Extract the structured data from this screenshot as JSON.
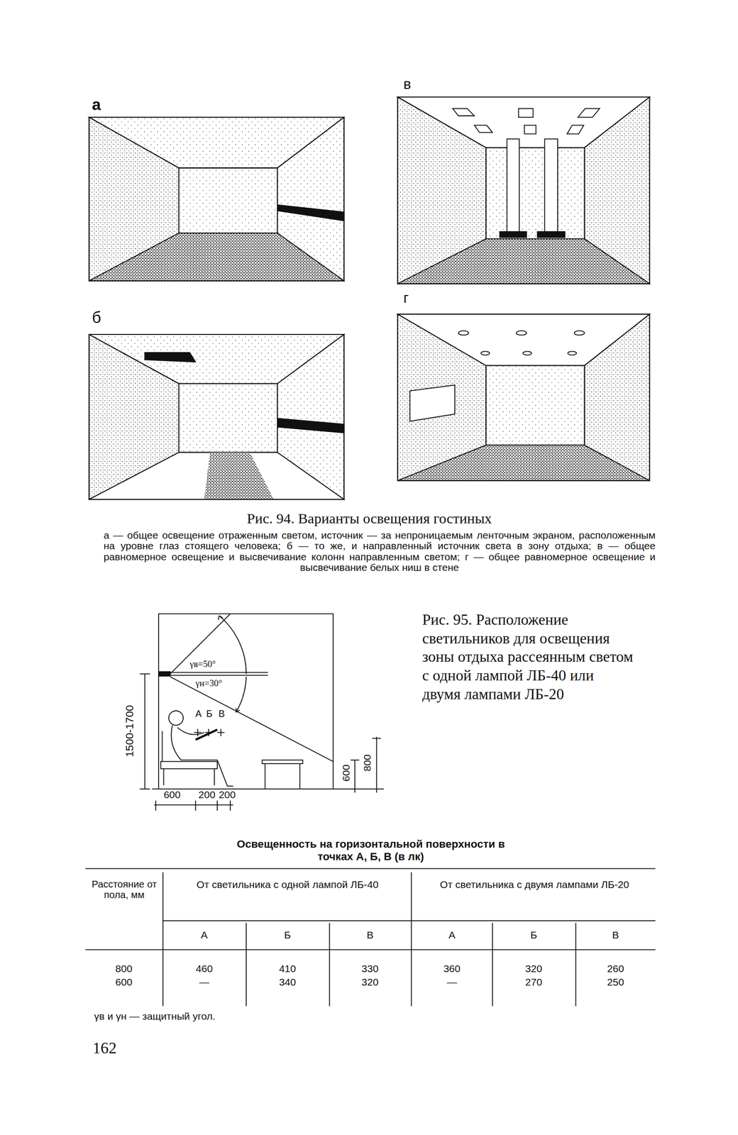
{
  "diagram": {
    "labels": [
      "а",
      "в",
      "б",
      "г",
      "Рис. 94. Варианты освещения гостиных",
      "а — общее освещение отраженным светом, источник — за непроницаемым ленточным экраном, расположенным на уровне глаз стоящего человека; б — то же, и направленный источник света в зону отдыха; в — общее равномерное освещение и высвечивание колонн направленным светом; г — общее равномерное освещение и высвечивание белых ниш в стене",
      "γв=50°",
      "γн=30°",
      "А",
      "Б",
      "В",
      "1500-1700",
      "600",
      "800",
      "600",
      "200",
      "200",
      "Рис. 95. Расположение светильников для освещения зоны отдыха рассеянным светом с одной лампой ЛБ-40 или двумя лампами ЛБ-20",
      "Освещенность на горизонтальной поверхности в точках А, Б, В (в лк)",
      "Расстояние от пола, мм",
      "От светильника с одной лампой ЛБ-40",
      "От светильника с двумя лампами ЛБ-20",
      "А",
      "Б",
      "В",
      "А",
      "Б",
      "В",
      "800",
      "460",
      "410",
      "330",
      "360",
      "320",
      "260",
      "600",
      "—",
      "340",
      "320",
      "—",
      "270",
      "250",
      "γв и γн — защитный угол.",
      "162"
    ]
  }
}
